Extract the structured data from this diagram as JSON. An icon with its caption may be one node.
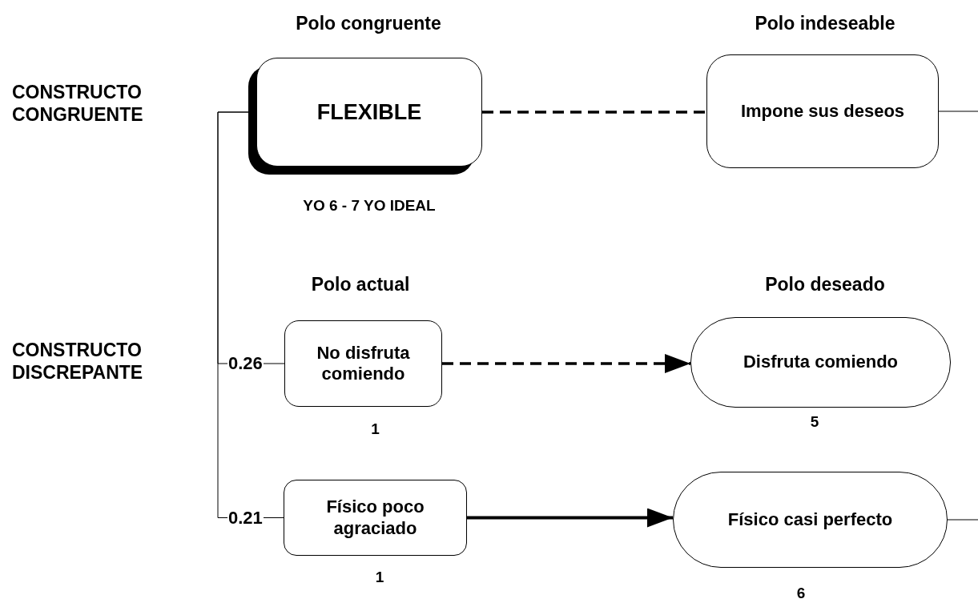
{
  "diagram": {
    "nodes": [
      {
        "text": [
          "FLEXIBLE"
        ],
        "beside": [
          "YO 6 - 7 YO IDEAL"
        ]
      },
      {
        "text": [
          "Impone sus deseos"
        ]
      },
      {
        "text": [
          "No disfruta comiendo"
        ],
        "beside": [
          "1"
        ]
      },
      {
        "text": [
          "Disfruta comiendo"
        ],
        "beside": [
          "5"
        ]
      },
      {
        "text": [
          "Físico poco agraciado"
        ],
        "beside": [
          "1"
        ]
      },
      {
        "text": [
          "Físico casi perfecto"
        ],
        "beside": [
          "6"
        ]
      }
    ],
    "edges": [
      {
        "from": 0,
        "to": 1,
        "arrow": "none",
        "style": "dashed"
      },
      {
        "from": 2,
        "to": 3,
        "arrow": "to",
        "style": "dashed"
      },
      {
        "from": 4,
        "to": 5,
        "arrow": "to",
        "style": "thick"
      },
      {
        "from": 2,
        "to": 0,
        "arrow": "none",
        "label": "0.26"
      },
      {
        "from": 4,
        "to": 0,
        "arrow": "none",
        "label": "0.21"
      },
      {
        "from": 1,
        "to": null,
        "arrow": "none"
      },
      {
        "from": 5,
        "to": null,
        "arrow": "none"
      }
    ],
    "labels": [
      "Polo congruente",
      "Polo indeseable",
      "CONSTRUCTO CONGRUENTE",
      "Polo actual",
      "Polo deseado",
      "CONSTRUCTO DISCREPANTE"
    ]
  }
}
